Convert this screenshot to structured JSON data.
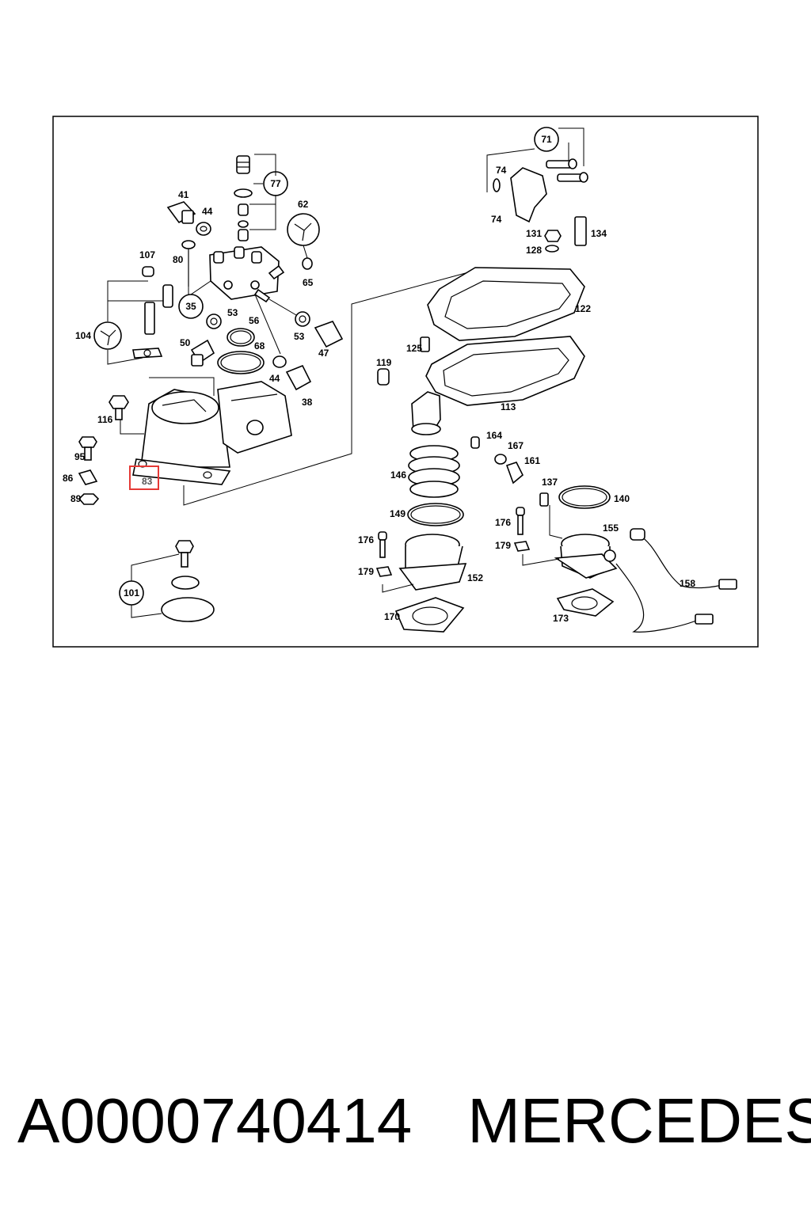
{
  "diagram": {
    "highlight_color": "#e53935",
    "highlighted_label": "83",
    "labels": {
      "l41": "41",
      "l44a": "44",
      "l77": "77",
      "l62": "62",
      "l65": "65",
      "l107": "107",
      "l80": "80",
      "l35": "35",
      "l53a": "53",
      "l56": "56",
      "l53b": "53",
      "l47": "47",
      "l104": "104",
      "l50": "50",
      "l68": "68",
      "l44b": "44",
      "l38": "38",
      "l116": "116",
      "l95": "95",
      "l86": "86",
      "l83": "83",
      "l89": "89",
      "l101": "101",
      "l71": "71",
      "l74a": "74",
      "l74b": "74",
      "l131": "131",
      "l134": "134",
      "l128": "128",
      "l122": "122",
      "l125": "125",
      "l119": "119",
      "l113": "113",
      "l164": "164",
      "l167": "167",
      "l161": "161",
      "l146": "146",
      "l137": "137",
      "l140": "140",
      "l149": "149",
      "l176a": "176",
      "l176b": "176",
      "l155": "155",
      "l179a": "179",
      "l179b": "179",
      "l152": "152",
      "l158": "158",
      "l170": "170",
      "l173": "173"
    }
  },
  "caption": {
    "part_number": "A0000740414",
    "brand": "MERCEDES"
  }
}
